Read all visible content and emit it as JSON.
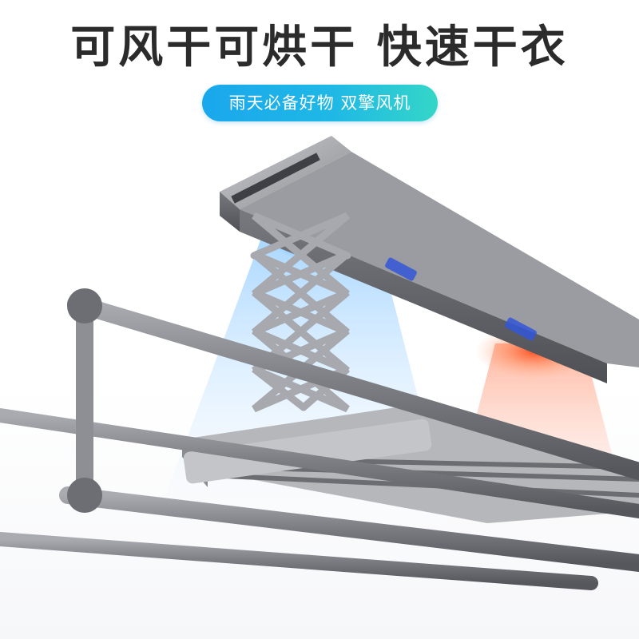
{
  "headline": "可风干可烘干 快速干衣",
  "badge": "雨天必备好物 双擎风机",
  "colors": {
    "headline": "#2b2b2b",
    "badge_start": "#1aa7ec",
    "badge_end": "#34d6c8",
    "metal": "#7b7d82",
    "cool_air": "#4aa8ff",
    "warm_air": "#ff6a3d"
  },
  "scene": {
    "product": "electric-clothes-drying-rack",
    "features": [
      "cool-air-fan",
      "heated-air-dryer",
      "scissor-lift",
      "telescopic-rails"
    ]
  }
}
